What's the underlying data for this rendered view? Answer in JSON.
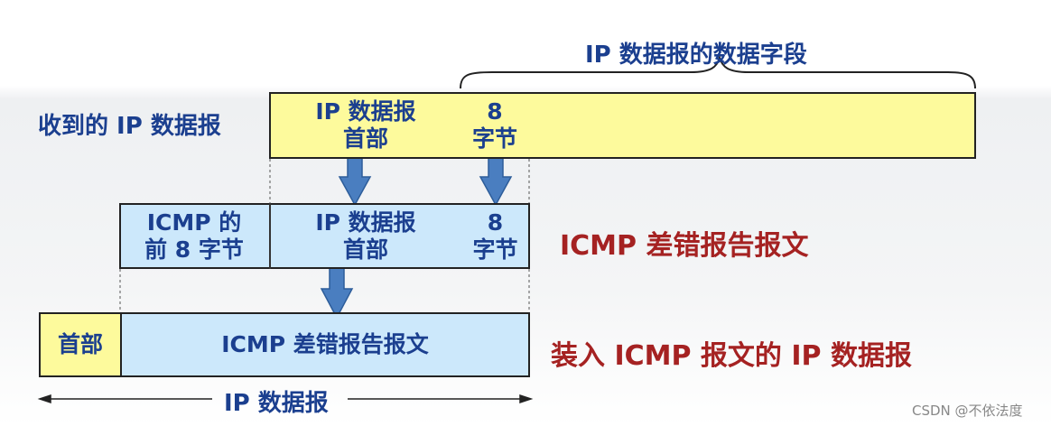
{
  "top_brace_label": "IP 数据报的数据字段",
  "row1": {
    "label": "收到的 IP 数据报",
    "header_cell": "IP 数据报\n首部",
    "bytes_cell": "8\n字节"
  },
  "row2": {
    "icmp_first_cell": "ICMP 的\n前 8 字节",
    "header_cell": "IP 数据报\n首部",
    "bytes_cell": "8\n字节",
    "label": "ICMP 差错报告报文"
  },
  "row3": {
    "header_cell": "首部",
    "body_cell": "ICMP 差错报告报文",
    "label": "装入 ICMP 报文的 IP 数据报"
  },
  "bottom_label": "IP 数据报",
  "watermark": "CSDN @不依法度",
  "colors": {
    "yellow": "#fdfa9c",
    "light_blue": "#cce8fb",
    "arrow_blue": "#4a7ec0",
    "text_blue": "#1b3f8f",
    "text_red": "#a52222"
  }
}
